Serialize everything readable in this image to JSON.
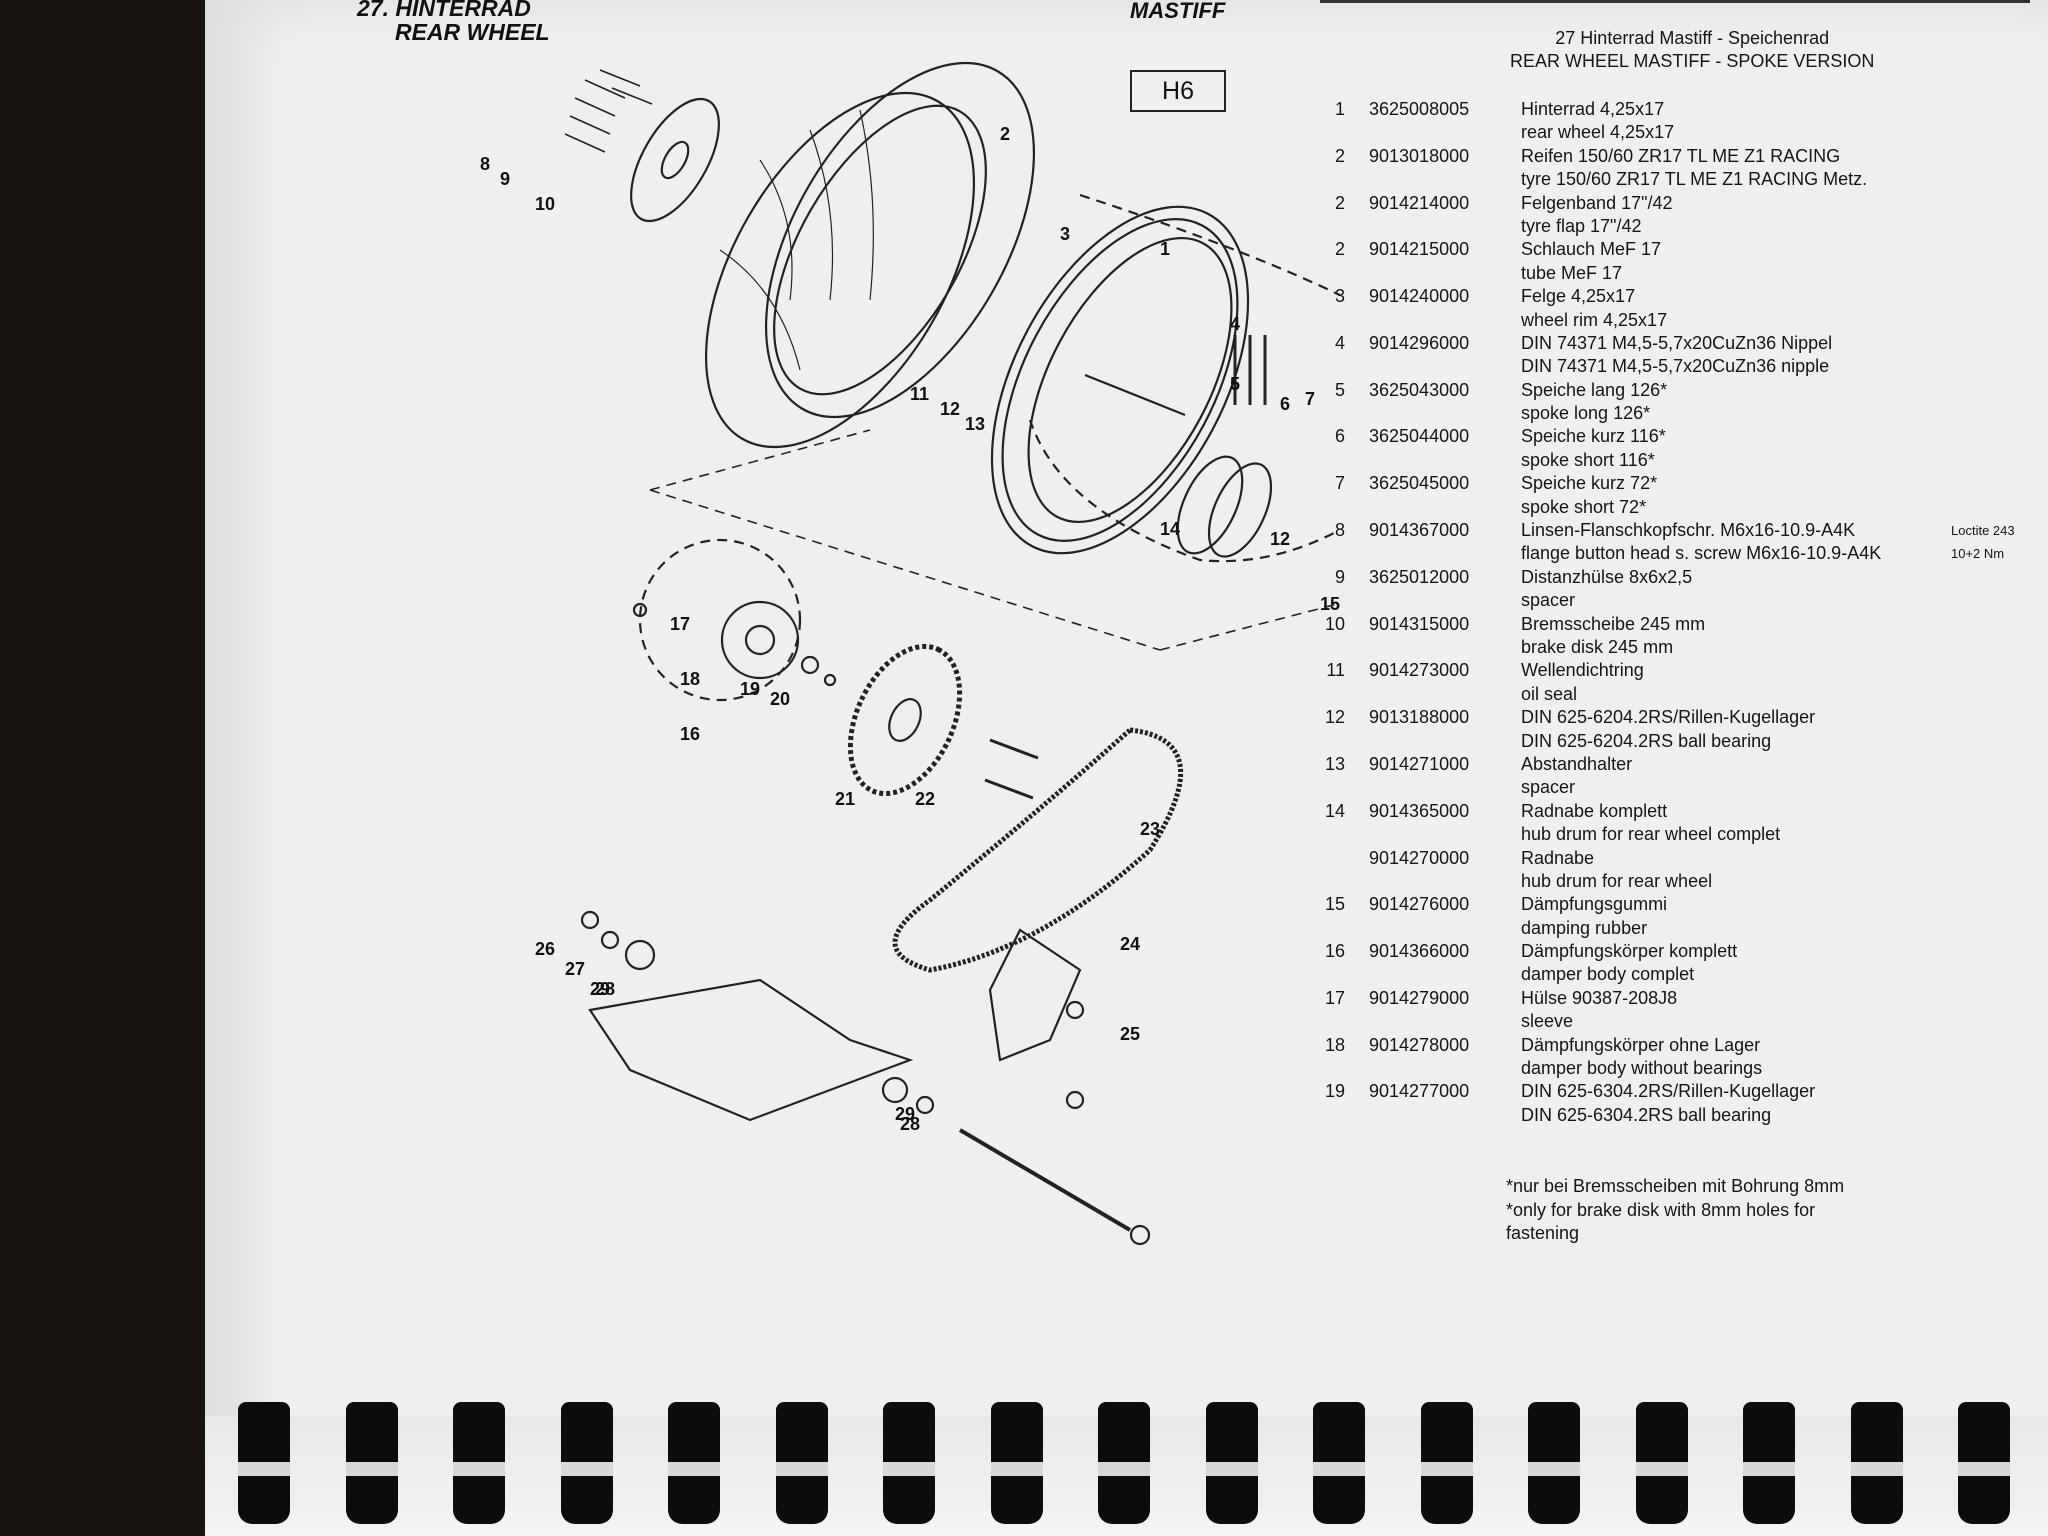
{
  "header": {
    "section_line1": "27. HINTERRAD",
    "section_line2": "REAR WHEEL",
    "model": "MASTIFF",
    "page_code": "H6"
  },
  "diagram_labels": [
    "1",
    "2",
    "3",
    "4",
    "5",
    "6",
    "7",
    "8",
    "9",
    "10",
    "11",
    "12",
    "12",
    "13",
    "14",
    "15",
    "16",
    "17",
    "18",
    "19",
    "20",
    "21",
    "22",
    "23",
    "24",
    "25",
    "26",
    "27",
    "28",
    "28",
    "29",
    "29"
  ],
  "parts_list": {
    "title_de": "27 Hinterrad  Mastiff  - Speichenrad",
    "title_en": "REAR WHEEL MASTIFF - SPOKE VERSION",
    "rows": [
      {
        "pos": "1",
        "number": "3625008005",
        "text": "Hinterrad 4,25x17",
        "note": ""
      },
      {
        "pos": "",
        "number": "",
        "text": "rear wheel 4,25x17",
        "note": ""
      },
      {
        "pos": "2",
        "number": "9013018000",
        "text": "Reifen 150/60 ZR17 TL ME Z1 RACING",
        "note": ""
      },
      {
        "pos": "",
        "number": "",
        "text": "tyre 150/60 ZR17 TL ME Z1 RACING  Metz.",
        "note": ""
      },
      {
        "pos": "2",
        "number": "9014214000",
        "text": "Felgenband  17\"/42",
        "note": ""
      },
      {
        "pos": "",
        "number": "",
        "text": "tyre flap 17\"/42",
        "note": ""
      },
      {
        "pos": "2",
        "number": "9014215000",
        "text": "Schlauch MeF 17",
        "note": ""
      },
      {
        "pos": "",
        "number": "",
        "text": "tube MeF 17",
        "note": ""
      },
      {
        "pos": "3",
        "number": "9014240000",
        "text": "Felge 4,25x17",
        "note": ""
      },
      {
        "pos": "",
        "number": "",
        "text": "wheel rim 4,25x17",
        "note": ""
      },
      {
        "pos": "4",
        "number": "9014296000",
        "text": "DIN 74371 M4,5-5,7x20CuZn36 Nippel",
        "note": ""
      },
      {
        "pos": "",
        "number": "",
        "text": "DIN 74371 M4,5-5,7x20CuZn36 nipple",
        "note": ""
      },
      {
        "pos": "5",
        "number": "3625043000",
        "text": "Speiche lang 126*",
        "note": ""
      },
      {
        "pos": "",
        "number": "",
        "text": "spoke long 126*",
        "note": ""
      },
      {
        "pos": "6",
        "number": "3625044000",
        "text": "Speiche kurz 116*",
        "note": ""
      },
      {
        "pos": "",
        "number": "",
        "text": "spoke short 116*",
        "note": ""
      },
      {
        "pos": "7",
        "number": "3625045000",
        "text": "Speiche kurz 72*",
        "note": ""
      },
      {
        "pos": "",
        "number": "",
        "text": "spoke short  72*",
        "note": ""
      },
      {
        "pos": "8",
        "number": "9014367000",
        "text": "Linsen-Flanschkopfschr. M6x16-10.9-A4K",
        "note": "Loctite 243"
      },
      {
        "pos": "",
        "number": "",
        "text": "flange button head s. screw  M6x16-10.9-A4K",
        "note": "10+2 Nm"
      },
      {
        "pos": "9",
        "number": "3625012000",
        "text": "Distanzhülse 8x6x2,5",
        "note": ""
      },
      {
        "pos": "",
        "number": "",
        "text": "spacer",
        "note": ""
      },
      {
        "pos": "10",
        "number": "9014315000",
        "text": "Bremsscheibe 245 mm",
        "note": ""
      },
      {
        "pos": "",
        "number": "",
        "text": "brake disk 245 mm",
        "note": ""
      },
      {
        "pos": "11",
        "number": "9014273000",
        "text": "Wellendichtring",
        "note": ""
      },
      {
        "pos": "",
        "number": "",
        "text": "oil seal",
        "note": ""
      },
      {
        "pos": "12",
        "number": "9013188000",
        "text": "DIN 625-6204.2RS/Rillen-Kugellager",
        "note": ""
      },
      {
        "pos": "",
        "number": "",
        "text": "DIN 625-6204.2RS ball bearing",
        "note": ""
      },
      {
        "pos": "13",
        "number": "9014271000",
        "text": "Abstandhalter",
        "note": ""
      },
      {
        "pos": "",
        "number": "",
        "text": "spacer",
        "note": ""
      },
      {
        "pos": "14",
        "number": "9014365000",
        "text": "Radnabe komplett",
        "note": ""
      },
      {
        "pos": "",
        "number": "",
        "text": "hub drum for rear wheel complet",
        "note": ""
      },
      {
        "pos": "",
        "number": "9014270000",
        "text": "Radnabe",
        "note": ""
      },
      {
        "pos": "",
        "number": "",
        "text": "hub drum for rear wheel",
        "note": ""
      },
      {
        "pos": "15",
        "number": "9014276000",
        "text": "Dämpfungsgummi",
        "note": ""
      },
      {
        "pos": "",
        "number": "",
        "text": "damping rubber",
        "note": ""
      },
      {
        "pos": "16",
        "number": "9014366000",
        "text": "Dämpfungskörper komplett",
        "note": ""
      },
      {
        "pos": "",
        "number": "",
        "text": "damper body complet",
        "note": ""
      },
      {
        "pos": "17",
        "number": "9014279000",
        "text": "Hülse 90387-208J8",
        "note": ""
      },
      {
        "pos": "",
        "number": "",
        "text": "sleeve",
        "note": ""
      },
      {
        "pos": "18",
        "number": "9014278000",
        "text": "Dämpfungskörper ohne Lager",
        "note": ""
      },
      {
        "pos": "",
        "number": "",
        "text": "damper body without bearings",
        "note": ""
      },
      {
        "pos": "19",
        "number": "9014277000",
        "text": "DIN 625-6304.2RS/Rillen-Kugellager",
        "note": ""
      },
      {
        "pos": "",
        "number": "",
        "text": "DIN 625-6304.2RS ball bearing",
        "note": ""
      }
    ],
    "footnote_de": "*nur bei Bremsscheiben mit Bohrung 8mm",
    "footnote_en_1": "*only for brake disk with 8mm holes for",
    "footnote_en_2": "fastening"
  },
  "colors": {
    "paper": "#eef0ee",
    "ink": "#151515",
    "background": "#1a1410"
  }
}
